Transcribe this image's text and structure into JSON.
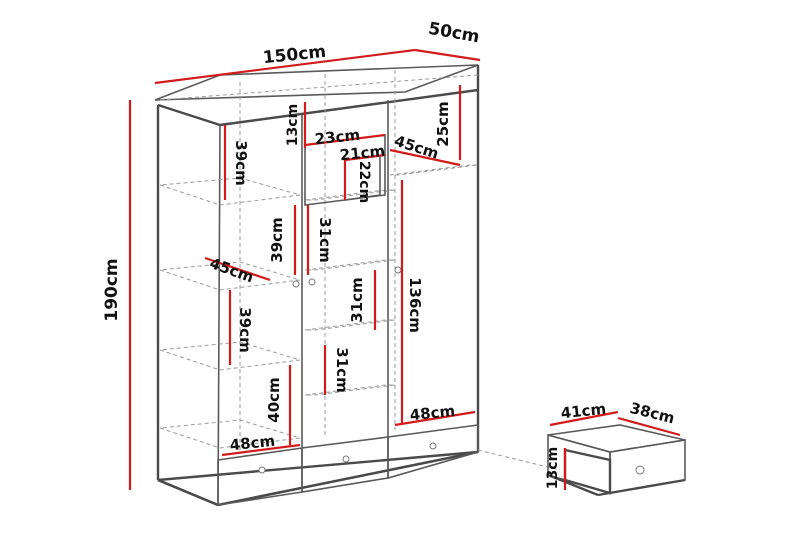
{
  "labels": {
    "width": "150cm",
    "depth": "50cm",
    "height": "190cm",
    "top_box_height": "13cm",
    "top_box_width": "23cm",
    "inner_width": "21cm",
    "inner_height": "22cm",
    "top_right_depth": "45cm",
    "top_right_height": "25cm",
    "left_shelf_height_1": "39cm",
    "left_shelf_height_2": "39cm",
    "left_shelf_depth": "45cm",
    "left_shelf_height_3": "39cm",
    "middle_height_1": "31cm",
    "middle_height_2": "31cm",
    "middle_height_3": "31cm",
    "hanging_height": "136cm",
    "lower_height": "40cm",
    "bottom_left_width": "48cm",
    "bottom_right_width": "48cm",
    "drawer_width": "41cm",
    "drawer_depth": "38cm",
    "drawer_height": "13cm"
  }
}
